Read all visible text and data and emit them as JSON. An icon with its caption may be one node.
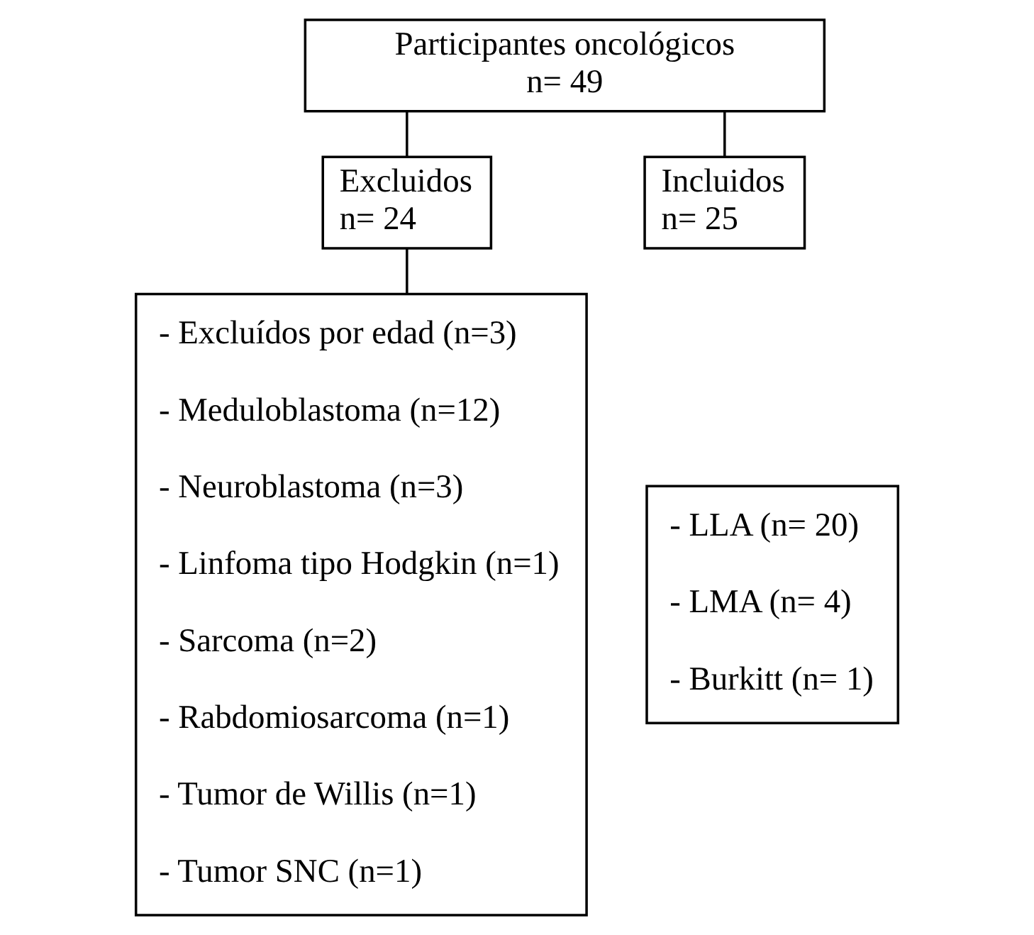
{
  "diagram": {
    "nodes": [
      {
        "text": [
          "Participantes oncológicos",
          "n= 49"
        ]
      },
      {
        "text": [
          "Excluidos",
          "n= 24"
        ]
      },
      {
        "text": [
          "Incluidos",
          "n= 25"
        ]
      },
      {
        "text": [
          "- Excluídos por edad (n=3)",
          "- Meduloblastoma (n=12)",
          "- Neuroblastoma (n=3)",
          "- Linfoma tipo Hodgkin (n=1)",
          "- Sarcoma (n=2)",
          "- Rabdomiosarcoma (n=1)",
          "- Tumor de Willis (n=1)",
          "- Tumor SNC (n=1)"
        ]
      },
      {
        "text": [
          "- LLA (n= 20)",
          "- LMA (n= 4)",
          "- Burkitt (n= 1)"
        ]
      }
    ],
    "edges": [
      {
        "from": 0,
        "to": 1,
        "arrow": "none"
      },
      {
        "from": 0,
        "to": 2,
        "arrow": "none"
      },
      {
        "from": 1,
        "to": 3,
        "arrow": "none"
      }
    ]
  }
}
